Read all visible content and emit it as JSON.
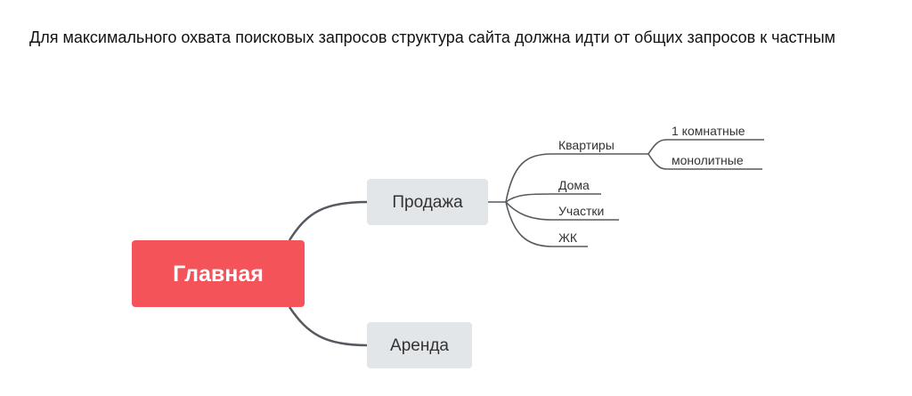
{
  "heading": "Для максимального охвата поисковых запросов структура сайта должна идти от общих запросов к частным",
  "colors": {
    "root_fill": "#f4535a",
    "branch_fill": "#e3e6e9",
    "line": "#555a60",
    "text": "#333333"
  },
  "mindmap": {
    "root": "Главная",
    "branches": [
      {
        "label": "Продажа",
        "children": [
          {
            "label": "Квартиры",
            "children": [
              "1 комнатные",
              "монолитные"
            ]
          },
          {
            "label": "Дома"
          },
          {
            "label": "Участки"
          },
          {
            "label": "ЖК"
          }
        ]
      },
      {
        "label": "Аренда"
      }
    ]
  }
}
